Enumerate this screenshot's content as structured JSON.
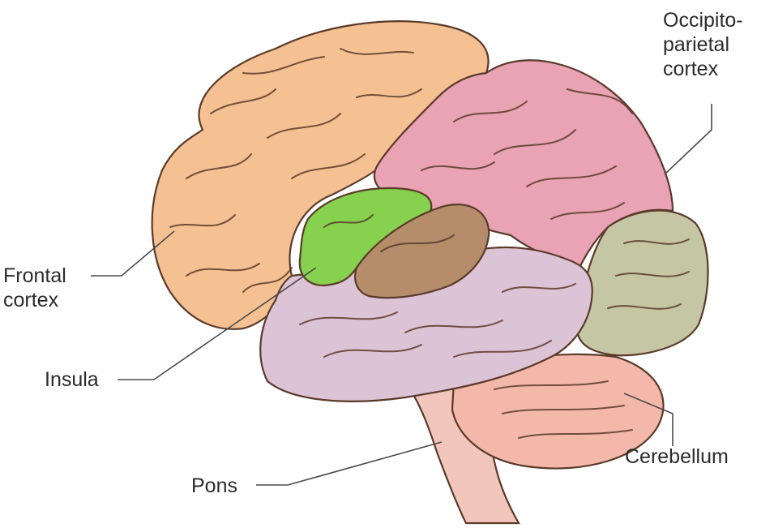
{
  "labels": {
    "occipito_parietal": [
      "Occipito-",
      "parietal",
      "cortex"
    ],
    "frontal": [
      "Frontal",
      "cortex"
    ],
    "insula": "Insula",
    "pons": "Pons",
    "cerebellum": "Cerebellum"
  },
  "colors": {
    "frontal": "#f6c192",
    "parietal": "#e9a3b4",
    "occipital": "#c4c6a4",
    "temporal": "#dcc4d6",
    "insula": "#86d14e",
    "auditory": "#b58d6a",
    "cerebellum": "#f3b8aa",
    "brainstem": "#f2c6bd",
    "outline": "#5a3a2a"
  }
}
